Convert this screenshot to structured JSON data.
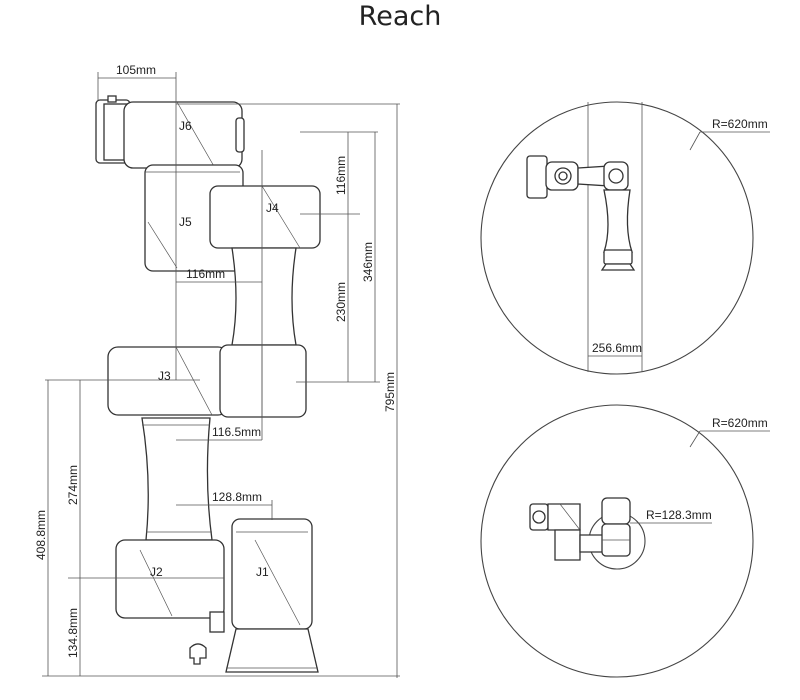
{
  "title": "Reach",
  "joints": {
    "j1": "J1",
    "j2": "J2",
    "j3": "J3",
    "j4": "J4",
    "j5": "J5",
    "j6": "J6"
  },
  "dimensions": {
    "d105": "105mm",
    "d116_top": "116mm",
    "d346": "346mm",
    "d230": "230mm",
    "d116_mid": "116mm",
    "d795": "795mm",
    "d116_5": "116.5mm",
    "d128_8": "128.8mm",
    "d408_8": "408.8mm",
    "d274": "274mm",
    "d134_8": "134.8mm"
  },
  "top_view_upper": {
    "radius": "R=620mm",
    "offset": "256.6mm"
  },
  "top_view_lower": {
    "radius": "R=620mm",
    "inner_radius": "R=128.3mm"
  }
}
